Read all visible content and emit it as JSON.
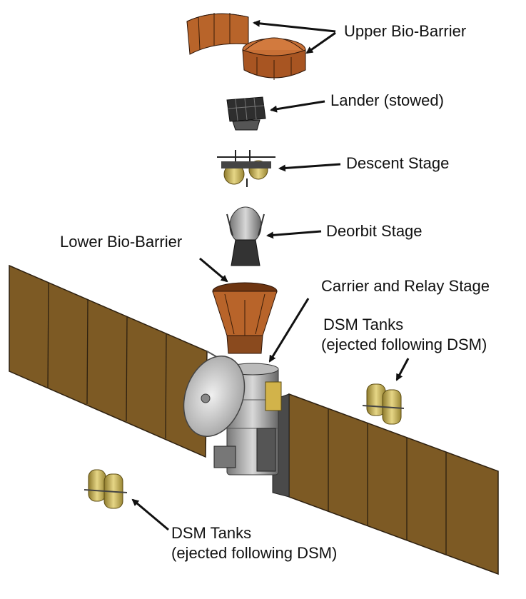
{
  "labels": {
    "upper_bio_barrier": "Upper Bio-Barrier",
    "lander": "Lander (stowed)",
    "descent_stage": "Descent Stage",
    "deorbit_stage": "Deorbit Stage",
    "lower_bio_barrier": "Lower Bio-Barrier",
    "carrier_relay_stage": "Carrier and Relay Stage",
    "dsm_tanks_right_line1": "DSM Tanks",
    "dsm_tanks_right_line2": "(ejected following DSM)",
    "dsm_tanks_left_line1": "DSM Tanks",
    "dsm_tanks_left_line2": "(ejected following DSM)"
  },
  "colors": {
    "solar_panel": "#7d5a24",
    "solar_panel_dark": "#5e4318",
    "bio_barrier": "#b8642a",
    "bio_barrier_dark": "#6e3511",
    "gold_tank": "#d9c56a",
    "metal": "#a9a9a9",
    "metal_dark": "#5a5a5a",
    "arrow": "#111111"
  }
}
